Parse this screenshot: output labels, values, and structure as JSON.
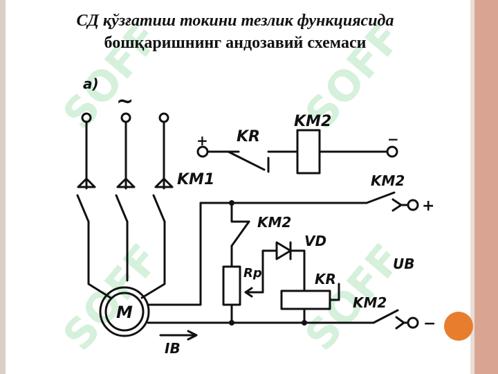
{
  "title": {
    "line1": "СД  қўзғатиш  токини  тезлик  функциясида",
    "line2": "бошқаришнинг андозавий схемаси"
  },
  "labels": {
    "panel": "а)",
    "ac": "~",
    "km1": "KM1",
    "km2_top": "KM2",
    "kr_top": "KR",
    "plus_top": "+",
    "minus_top": "−",
    "km2_right": "KM2",
    "plus_right": "+",
    "km2_mid": "KM2",
    "vd": "VD",
    "rp": "Rp",
    "kr_bottom": "KR",
    "ub": "UB",
    "km2_bottom": "KM2",
    "minus_bottom": "−",
    "motor": "M",
    "ib": "IB"
  },
  "watermark": "SOFF",
  "colors": {
    "line": "#111111",
    "accent_dot": "#e87d2e",
    "frame_right": "#d9a592",
    "watermark": "#c8ecd0"
  }
}
